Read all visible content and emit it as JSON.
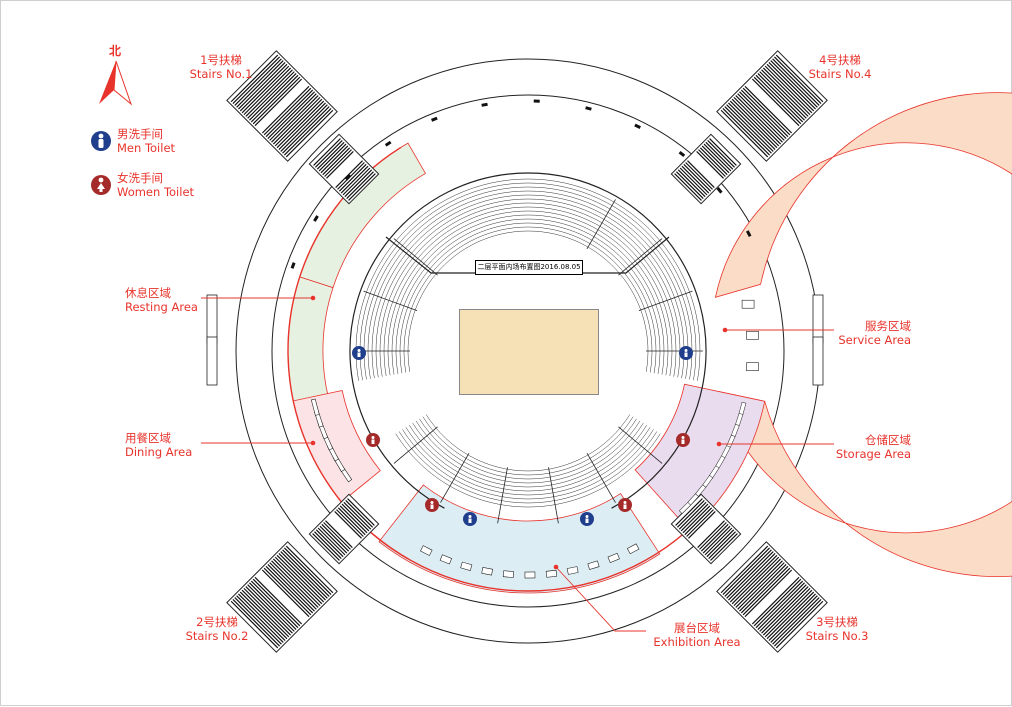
{
  "north_label": "北",
  "plan_title": "二层平面内场布置图2016.08.05",
  "legend": {
    "men": {
      "cn": "男洗手间",
      "en": "Men Toilet",
      "icon": "male-person-icon",
      "color": "#1f3f8c"
    },
    "women": {
      "cn": "女洗手间",
      "en": "Women Toilet",
      "icon": "female-person-icon",
      "color": "#a52a2a"
    }
  },
  "stairs": [
    {
      "cn": "1号扶梯",
      "en": "Stairs No.1"
    },
    {
      "cn": "2号扶梯",
      "en": "Stairs No.2"
    },
    {
      "cn": "3号扶梯",
      "en": "Stairs No.3"
    },
    {
      "cn": "4号扶梯",
      "en": "Stairs No.4"
    }
  ],
  "areas": {
    "resting": {
      "cn": "休息区域",
      "en": "Resting Area",
      "color": "#e6f1e1"
    },
    "dining": {
      "cn": "用餐区域",
      "en": "Dining Area",
      "color": "#fbe3e6"
    },
    "service": {
      "cn": "服务区域",
      "en": "Service Area",
      "color": "#fbdcc6"
    },
    "storage": {
      "cn": "仓储区域",
      "en": "Storage Area",
      "color": "#e9dcee"
    },
    "exhibition": {
      "cn": "展台区域",
      "en": "Exhibition Area",
      "color": "#dcedf4"
    }
  },
  "colors": {
    "accent": "#e8332b",
    "line": "#111111",
    "stage": "#f6e0b6"
  }
}
